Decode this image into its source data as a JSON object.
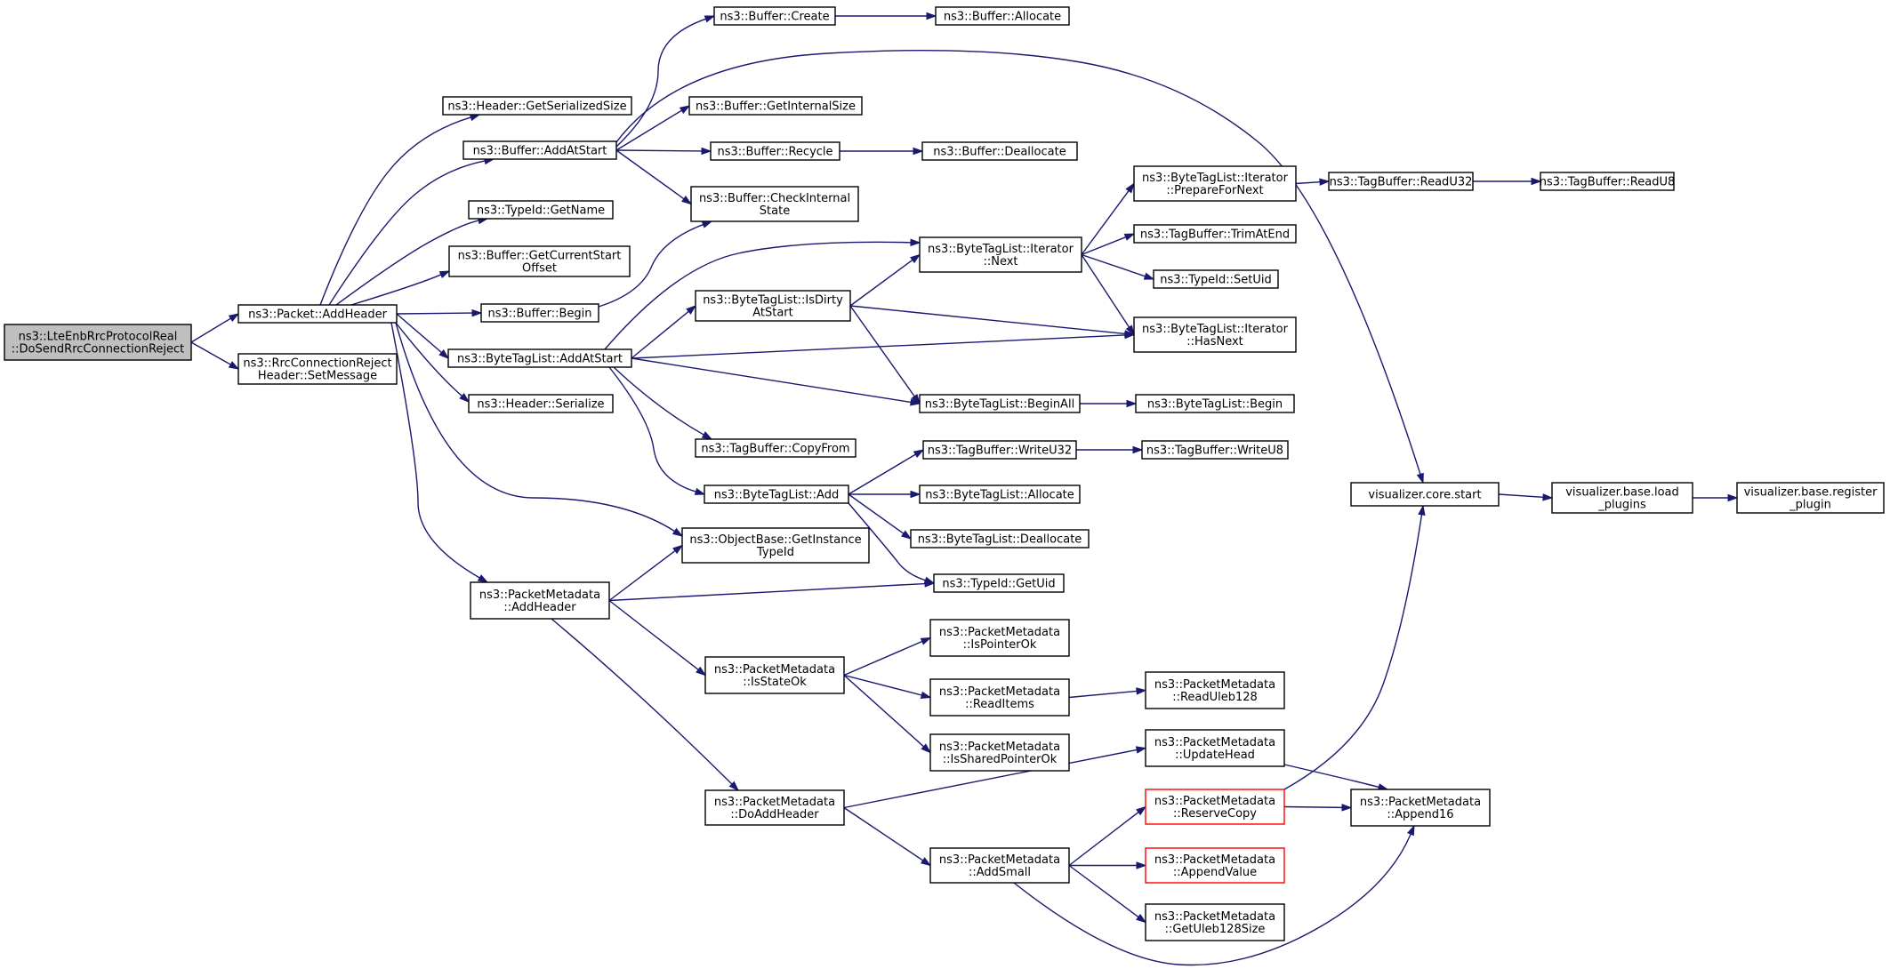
{
  "colors": {
    "edge": "#191970",
    "root_fill": "#bfbfbf",
    "highlight_border": "#ff0000"
  },
  "nodes": [
    {
      "id": "root",
      "lines": [
        "ns3::LteEnbRrcProtocolReal",
        "::DoSendRrcConnectionReject"
      ],
      "style": "root"
    },
    {
      "id": "pkt_addheader",
      "lines": [
        "ns3::Packet::AddHeader"
      ]
    },
    {
      "id": "rrc_setmsg",
      "lines": [
        "ns3::RrcConnectionReject",
        "Header::SetMessage"
      ]
    },
    {
      "id": "hdr_getser",
      "lines": [
        "ns3::Header::GetSerializedSize"
      ]
    },
    {
      "id": "buf_addatstart",
      "lines": [
        "ns3::Buffer::AddAtStart"
      ]
    },
    {
      "id": "typeid_getname",
      "lines": [
        "ns3::TypeId::GetName"
      ]
    },
    {
      "id": "buf_getcurstart",
      "lines": [
        "ns3::Buffer::GetCurrentStart",
        "Offset"
      ]
    },
    {
      "id": "buf_begin",
      "lines": [
        "ns3::Buffer::Begin"
      ]
    },
    {
      "id": "btl_addatstart",
      "lines": [
        "ns3::ByteTagList::AddAtStart"
      ]
    },
    {
      "id": "hdr_serialize",
      "lines": [
        "ns3::Header::Serialize"
      ]
    },
    {
      "id": "pm_addheader",
      "lines": [
        "ns3::PacketMetadata",
        "::AddHeader"
      ]
    },
    {
      "id": "buf_create",
      "lines": [
        "ns3::Buffer::Create"
      ]
    },
    {
      "id": "buf_getinternal",
      "lines": [
        "ns3::Buffer::GetInternalSize"
      ]
    },
    {
      "id": "buf_recycle",
      "lines": [
        "ns3::Buffer::Recycle"
      ]
    },
    {
      "id": "buf_checkinternal",
      "lines": [
        "ns3::Buffer::CheckInternal",
        "State"
      ]
    },
    {
      "id": "btl_isdirty",
      "lines": [
        "ns3::ByteTagList::IsDirty",
        "AtStart"
      ]
    },
    {
      "id": "tb_copyfrom",
      "lines": [
        "ns3::TagBuffer::CopyFrom"
      ]
    },
    {
      "id": "btl_add",
      "lines": [
        "ns3::ByteTagList::Add"
      ]
    },
    {
      "id": "ob_getinst",
      "lines": [
        "ns3::ObjectBase::GetInstance",
        "TypeId"
      ]
    },
    {
      "id": "pm_isstateok",
      "lines": [
        "ns3::PacketMetadata",
        "::IsStateOk"
      ]
    },
    {
      "id": "pm_doaddheader",
      "lines": [
        "ns3::PacketMetadata",
        "::DoAddHeader"
      ]
    },
    {
      "id": "buf_allocate",
      "lines": [
        "ns3::Buffer::Allocate"
      ]
    },
    {
      "id": "buf_deallocate",
      "lines": [
        "ns3::Buffer::Deallocate"
      ]
    },
    {
      "id": "btli_next",
      "lines": [
        "ns3::ByteTagList::Iterator",
        "::Next"
      ]
    },
    {
      "id": "btl_beginall",
      "lines": [
        "ns3::ByteTagList::BeginAll"
      ]
    },
    {
      "id": "tb_writeu32",
      "lines": [
        "ns3::TagBuffer::WriteU32"
      ]
    },
    {
      "id": "btl_allocate",
      "lines": [
        "ns3::ByteTagList::Allocate"
      ]
    },
    {
      "id": "btl_deallocate",
      "lines": [
        "ns3::ByteTagList::Deallocate"
      ]
    },
    {
      "id": "typeid_getuid",
      "lines": [
        "ns3::TypeId::GetUid"
      ]
    },
    {
      "id": "pm_ispointerok",
      "lines": [
        "ns3::PacketMetadata",
        "::IsPointerOk"
      ]
    },
    {
      "id": "pm_readitems",
      "lines": [
        "ns3::PacketMetadata",
        "::ReadItems"
      ]
    },
    {
      "id": "pm_issharedptr",
      "lines": [
        "ns3::PacketMetadata",
        "::IsSharedPointerOk"
      ]
    },
    {
      "id": "pm_addsmall",
      "lines": [
        "ns3::PacketMetadata",
        "::AddSmall"
      ]
    },
    {
      "id": "btli_prepare",
      "lines": [
        "ns3::ByteTagList::Iterator",
        "::PrepareForNext"
      ]
    },
    {
      "id": "tb_trimatend",
      "lines": [
        "ns3::TagBuffer::TrimAtEnd"
      ]
    },
    {
      "id": "typeid_setuid",
      "lines": [
        "ns3::TypeId::SetUid"
      ]
    },
    {
      "id": "btli_hasnext",
      "lines": [
        "ns3::ByteTagList::Iterator",
        "::HasNext"
      ]
    },
    {
      "id": "btl_begin",
      "lines": [
        "ns3::ByteTagList::Begin"
      ]
    },
    {
      "id": "tb_writeu8",
      "lines": [
        "ns3::TagBuffer::WriteU8"
      ]
    },
    {
      "id": "pm_readuleb",
      "lines": [
        "ns3::PacketMetadata",
        "::ReadUleb128"
      ]
    },
    {
      "id": "pm_updatehead",
      "lines": [
        "ns3::PacketMetadata",
        "::UpdateHead"
      ]
    },
    {
      "id": "pm_reservecopy",
      "lines": [
        "ns3::PacketMetadata",
        "::ReserveCopy"
      ],
      "style": "red"
    },
    {
      "id": "pm_appendvalue",
      "lines": [
        "ns3::PacketMetadata",
        "::AppendValue"
      ],
      "style": "red"
    },
    {
      "id": "pm_getuleb",
      "lines": [
        "ns3::PacketMetadata",
        "::GetUleb128Size"
      ]
    },
    {
      "id": "tb_readu32",
      "lines": [
        "ns3::TagBuffer::ReadU32"
      ]
    },
    {
      "id": "tb_readu8",
      "lines": [
        "ns3::TagBuffer::ReadU8"
      ]
    },
    {
      "id": "viz_start",
      "lines": [
        "visualizer.core.start"
      ]
    },
    {
      "id": "viz_load",
      "lines": [
        "visualizer.base.load",
        "_plugins"
      ]
    },
    {
      "id": "viz_register",
      "lines": [
        "visualizer.base.register",
        "_plugin"
      ]
    },
    {
      "id": "pm_append16",
      "lines": [
        "ns3::PacketMetadata",
        "::Append16"
      ]
    }
  ],
  "edges": [
    [
      "root",
      "pkt_addheader"
    ],
    [
      "root",
      "rrc_setmsg"
    ],
    [
      "pkt_addheader",
      "hdr_getser"
    ],
    [
      "pkt_addheader",
      "buf_addatstart"
    ],
    [
      "pkt_addheader",
      "typeid_getname"
    ],
    [
      "pkt_addheader",
      "buf_getcurstart"
    ],
    [
      "pkt_addheader",
      "buf_begin"
    ],
    [
      "pkt_addheader",
      "btl_addatstart"
    ],
    [
      "pkt_addheader",
      "hdr_serialize"
    ],
    [
      "pkt_addheader",
      "ob_getinst"
    ],
    [
      "pkt_addheader",
      "pm_addheader"
    ],
    [
      "buf_addatstart",
      "buf_create"
    ],
    [
      "buf_addatstart",
      "buf_getinternal"
    ],
    [
      "buf_addatstart",
      "buf_recycle"
    ],
    [
      "buf_addatstart",
      "buf_checkinternal"
    ],
    [
      "buf_addatstart",
      "viz_start"
    ],
    [
      "buf_begin",
      "buf_checkinternal"
    ],
    [
      "buf_create",
      "buf_allocate"
    ],
    [
      "buf_recycle",
      "buf_deallocate"
    ],
    [
      "btl_addatstart",
      "btli_next"
    ],
    [
      "btl_addatstart",
      "btl_isdirty"
    ],
    [
      "btl_addatstart",
      "btli_hasnext"
    ],
    [
      "btl_addatstart",
      "btl_beginall"
    ],
    [
      "btl_addatstart",
      "tb_copyfrom"
    ],
    [
      "btl_addatstart",
      "btl_add"
    ],
    [
      "btl_isdirty",
      "btli_next"
    ],
    [
      "btl_isdirty",
      "btli_hasnext"
    ],
    [
      "btl_isdirty",
      "btl_beginall"
    ],
    [
      "btli_next",
      "btli_prepare"
    ],
    [
      "btli_next",
      "tb_trimatend"
    ],
    [
      "btli_next",
      "typeid_setuid"
    ],
    [
      "btli_next",
      "btli_hasnext"
    ],
    [
      "btli_prepare",
      "tb_readu32"
    ],
    [
      "tb_readu32",
      "tb_readu8"
    ],
    [
      "btl_beginall",
      "btl_begin"
    ],
    [
      "btl_add",
      "tb_writeu32"
    ],
    [
      "btl_add",
      "btl_allocate"
    ],
    [
      "btl_add",
      "btl_deallocate"
    ],
    [
      "btl_add",
      "typeid_getuid"
    ],
    [
      "tb_writeu32",
      "tb_writeu8"
    ],
    [
      "pm_addheader",
      "ob_getinst"
    ],
    [
      "pm_addheader",
      "typeid_getuid"
    ],
    [
      "pm_addheader",
      "pm_isstateok"
    ],
    [
      "pm_addheader",
      "pm_doaddheader"
    ],
    [
      "pm_isstateok",
      "pm_ispointerok"
    ],
    [
      "pm_isstateok",
      "pm_readitems"
    ],
    [
      "pm_isstateok",
      "pm_issharedptr"
    ],
    [
      "pm_readitems",
      "pm_readuleb"
    ],
    [
      "pm_doaddheader",
      "pm_updatehead"
    ],
    [
      "pm_doaddheader",
      "pm_addsmall"
    ],
    [
      "pm_updatehead",
      "pm_append16"
    ],
    [
      "pm_addsmall",
      "pm_reservecopy"
    ],
    [
      "pm_addsmall",
      "pm_appendvalue"
    ],
    [
      "pm_addsmall",
      "pm_getuleb"
    ],
    [
      "pm_addsmall",
      "pm_append16"
    ],
    [
      "pm_reservecopy",
      "pm_append16"
    ],
    [
      "pm_reservecopy",
      "viz_start"
    ],
    [
      "viz_start",
      "viz_load"
    ],
    [
      "viz_load",
      "viz_register"
    ]
  ]
}
